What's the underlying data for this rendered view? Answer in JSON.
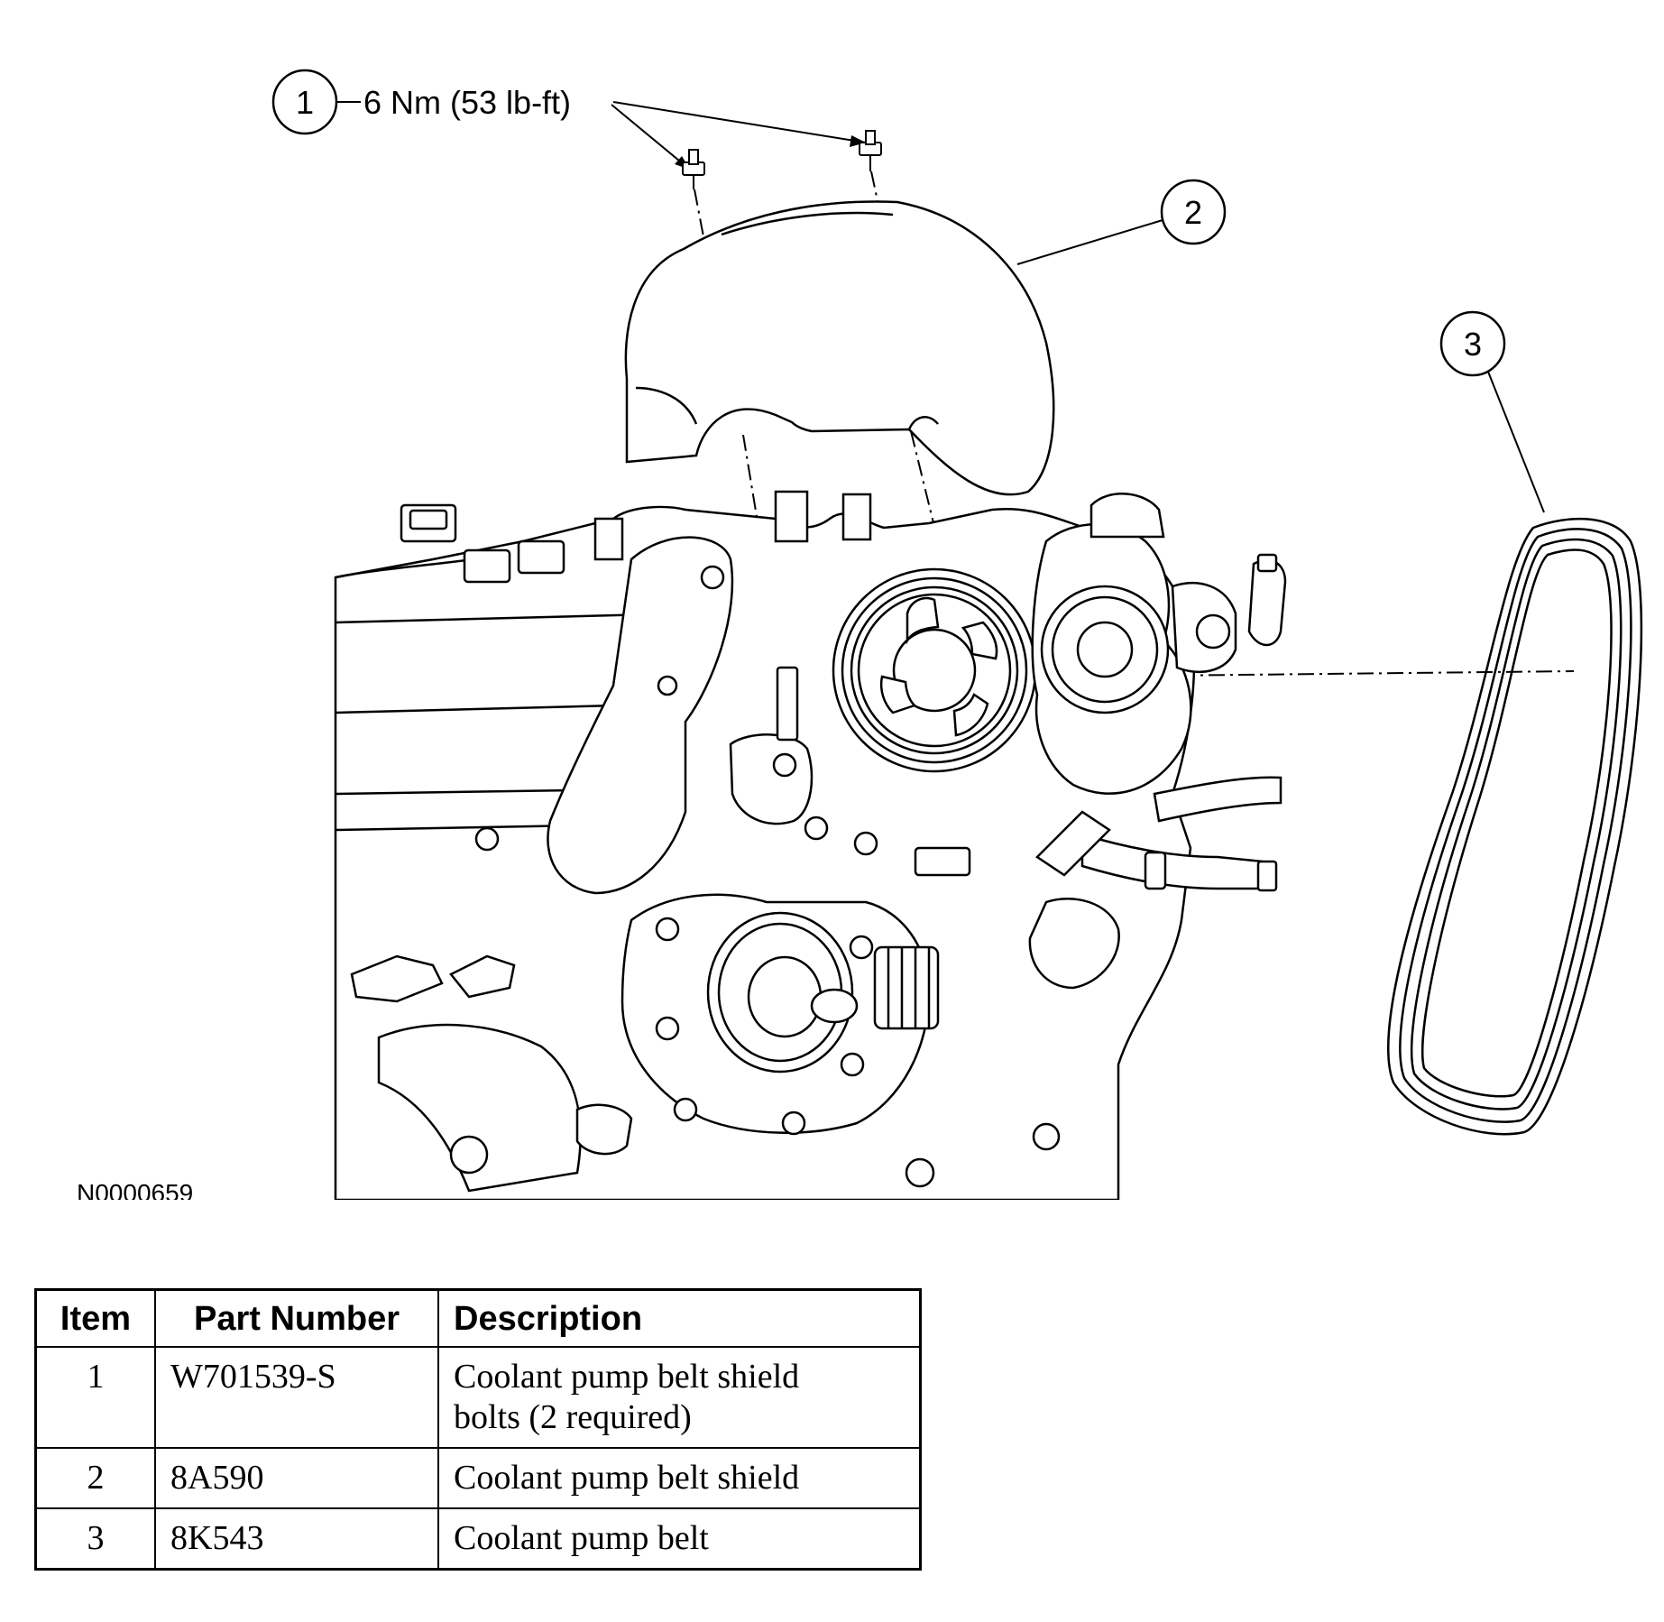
{
  "figure": {
    "callouts": [
      {
        "number": "1",
        "label": "6 Nm (53 lb-ft)"
      },
      {
        "number": "2"
      },
      {
        "number": "3"
      }
    ],
    "figure_id": "N0000659"
  },
  "table": {
    "headers": {
      "item": "Item",
      "part_number": "Part Number",
      "description": "Description"
    },
    "rows": [
      {
        "item": "1",
        "part_number": "W701539-S",
        "description_line1": "Coolant pump belt shield",
        "description_line2": "bolts (2 required)"
      },
      {
        "item": "2",
        "part_number": "8A590",
        "description_line1": "Coolant pump belt shield"
      },
      {
        "item": "3",
        "part_number": "8K543",
        "description_line1": "Coolant pump belt"
      }
    ]
  }
}
